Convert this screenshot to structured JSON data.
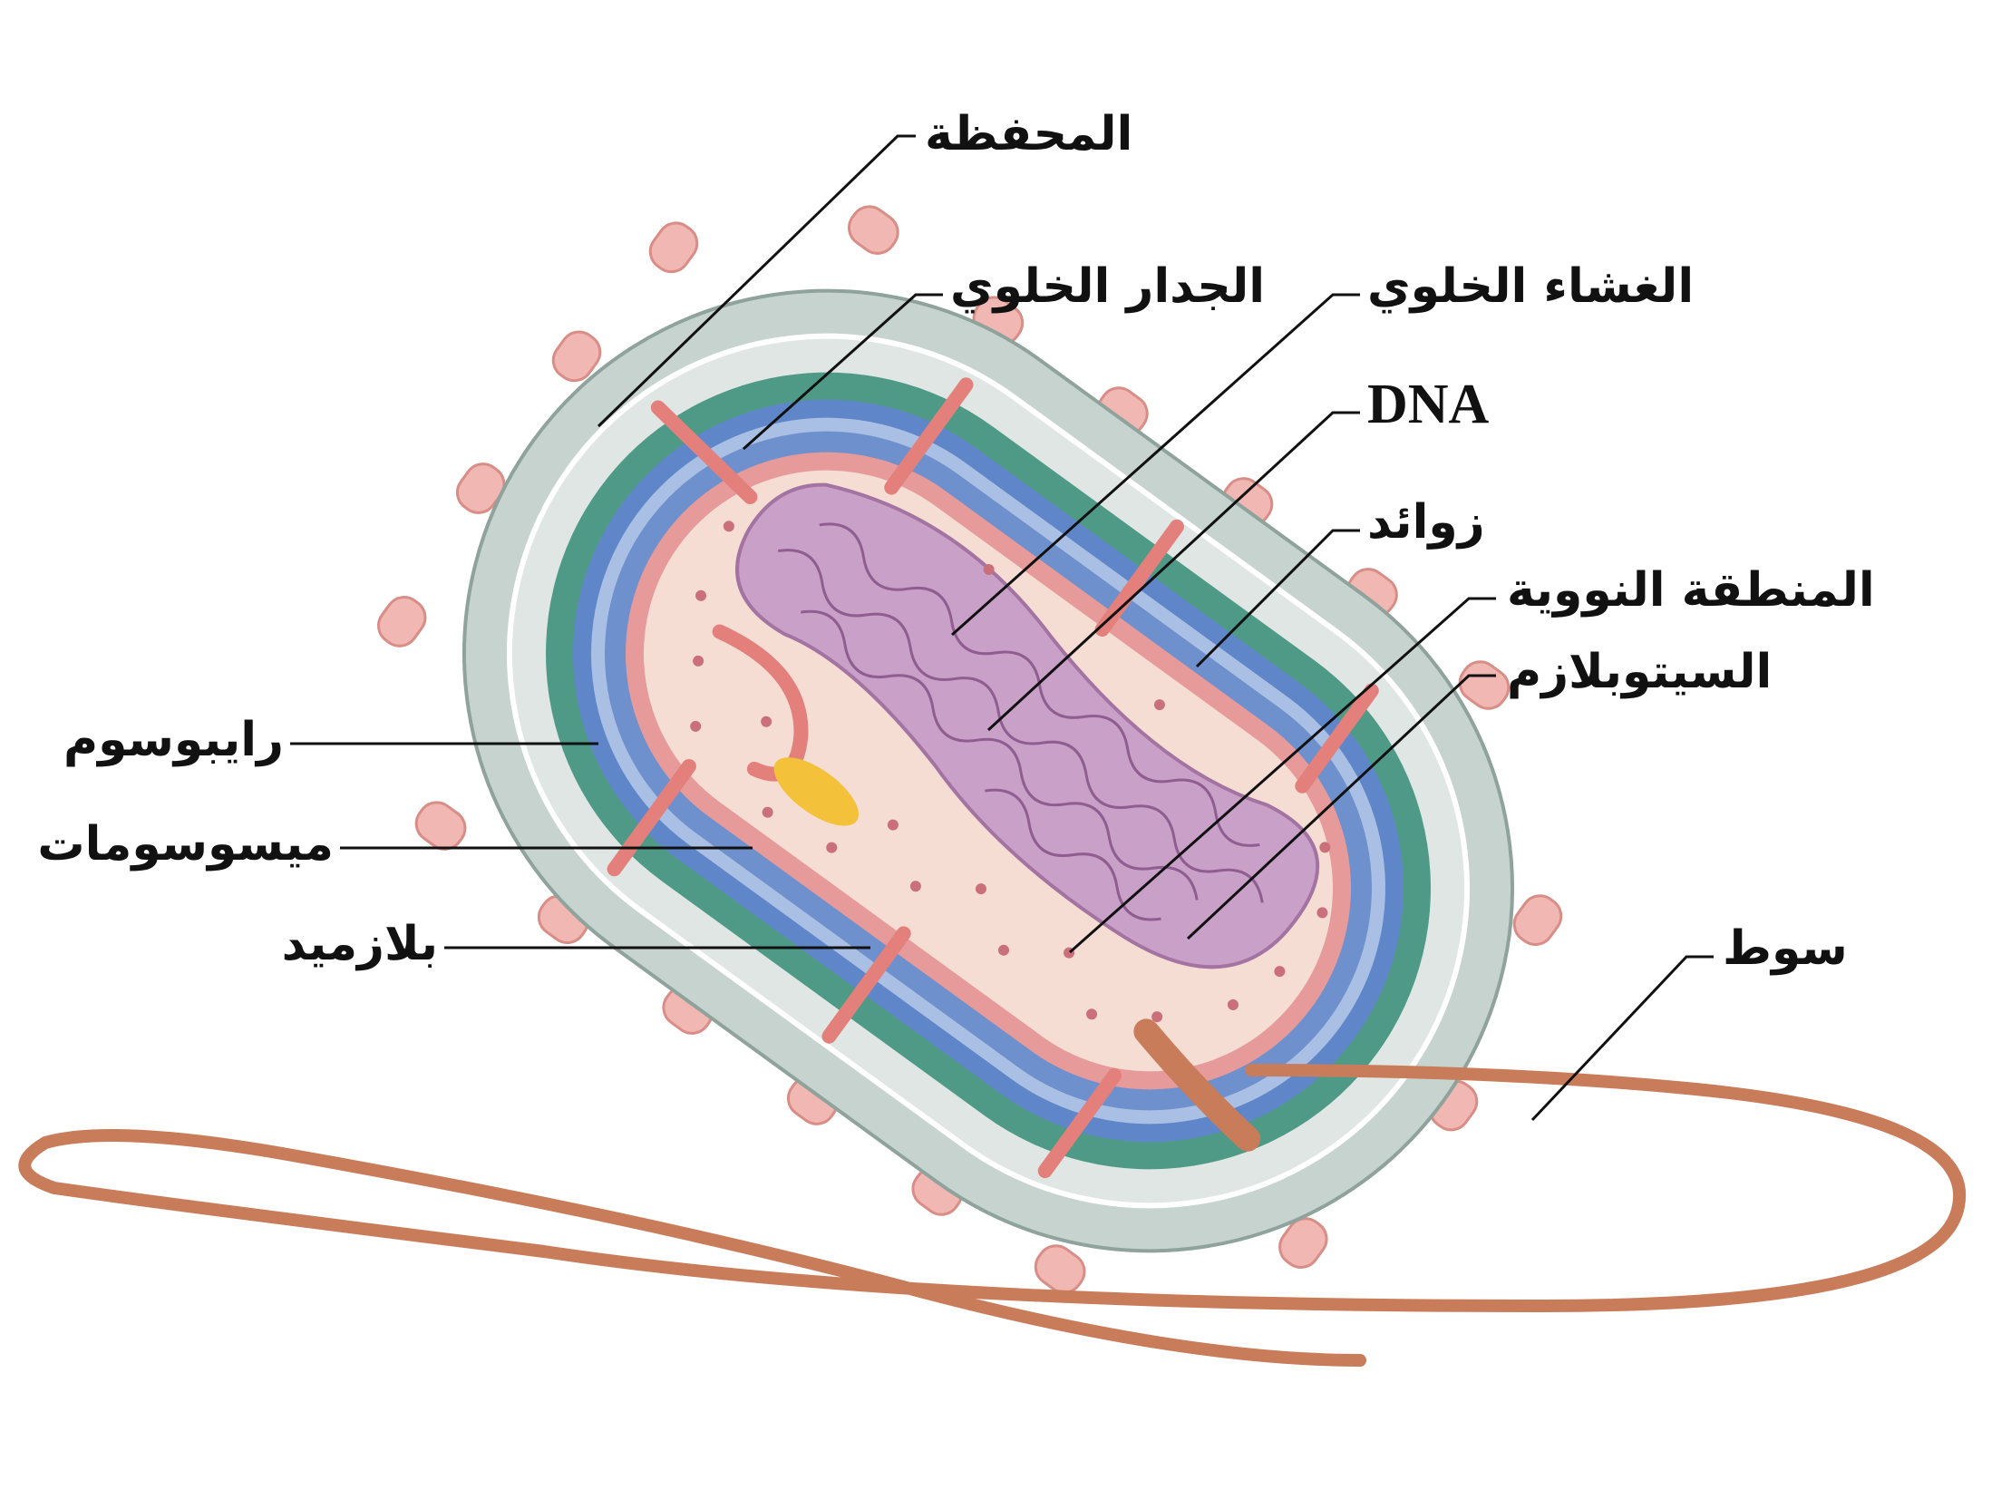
{
  "labels": {
    "capsule": "المحفظة",
    "cell_wall": "الجدار الخلوي",
    "cell_membrane": "الغشاء الخلوي",
    "dna": "DNA",
    "pili": "زوائد",
    "nucleoid": "المنطقة النووية",
    "cytoplasm": "السيتوبلازم",
    "ribosome": "رايبوسوم",
    "mesosomes": "ميسوسومات",
    "plasmid": "بلازميد",
    "flagellum": "سوط"
  },
  "colors": {
    "capsule": "#c7d3cf",
    "cell_wall_green": "#4f9a86",
    "cell_wall_blue": "#5f86c9",
    "membrane_pink": "#e69a9a",
    "cytoplasm": "#f5ddd3",
    "dna": "#c9a0c7",
    "plasmid": "#f3c13a",
    "pili": "#f1b7b2",
    "flagellum": "#c97c5a",
    "leader": "#111111"
  }
}
